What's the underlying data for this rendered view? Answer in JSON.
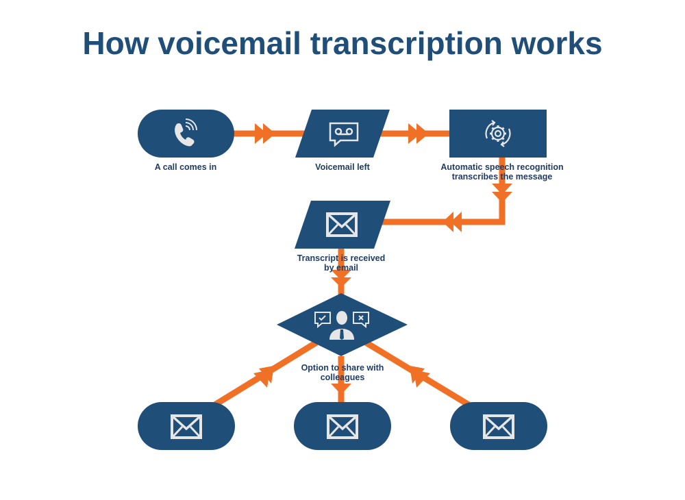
{
  "title": "How voicemail transcription works",
  "colors": {
    "node_fill": "#1f4e79",
    "connector": "#f07126",
    "icon": "#e6e6e6",
    "label": "#1f3b66",
    "title": "#1f4e79"
  },
  "nodes": [
    {
      "id": "call",
      "shape": "rounded",
      "icon": "phone-ringing-icon",
      "label": [
        "A call comes in"
      ]
    },
    {
      "id": "voicemail",
      "shape": "parallelogram",
      "icon": "voicemail-icon",
      "label": [
        "Voicemail left"
      ]
    },
    {
      "id": "asr",
      "shape": "rectangle",
      "icon": "gear-cycle-icon",
      "label": [
        "Automatic speech recognition",
        "transcribes the message"
      ]
    },
    {
      "id": "email",
      "shape": "parallelogram",
      "icon": "envelope-icon",
      "label": [
        "Transcript is received",
        "by email"
      ]
    },
    {
      "id": "share",
      "shape": "diamond",
      "icon": "person-approve-reject-icon",
      "label": [
        "Option to share with",
        "colleagues"
      ]
    },
    {
      "id": "colleague1",
      "shape": "rounded",
      "icon": "envelope-icon",
      "label": []
    },
    {
      "id": "colleague2",
      "shape": "rounded",
      "icon": "envelope-icon",
      "label": []
    },
    {
      "id": "colleague3",
      "shape": "rounded",
      "icon": "envelope-icon",
      "label": []
    }
  ],
  "edges": [
    {
      "from": "call",
      "to": "voicemail"
    },
    {
      "from": "voicemail",
      "to": "asr"
    },
    {
      "from": "asr",
      "to": "email"
    },
    {
      "from": "email",
      "to": "share"
    },
    {
      "from": "share",
      "to": "colleague1"
    },
    {
      "from": "share",
      "to": "colleague2"
    },
    {
      "from": "share",
      "to": "colleague3"
    }
  ]
}
